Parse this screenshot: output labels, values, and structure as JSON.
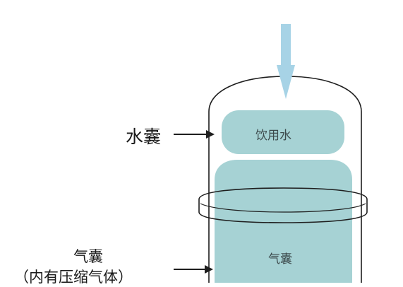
{
  "labels": {
    "water_bag": "水囊",
    "air_bag": "气囊",
    "air_bag_note": "（内有压缩气体）"
  },
  "inner": {
    "water": "饮用水",
    "air": "气囊"
  },
  "colors": {
    "flow_arrow": "#a7d3e6",
    "bag_fill": "#a6d2d4",
    "outline": "#1e1e1e"
  },
  "icons": {
    "inflow": "down-arrow-icon",
    "pointer": "right-arrow-icon"
  }
}
